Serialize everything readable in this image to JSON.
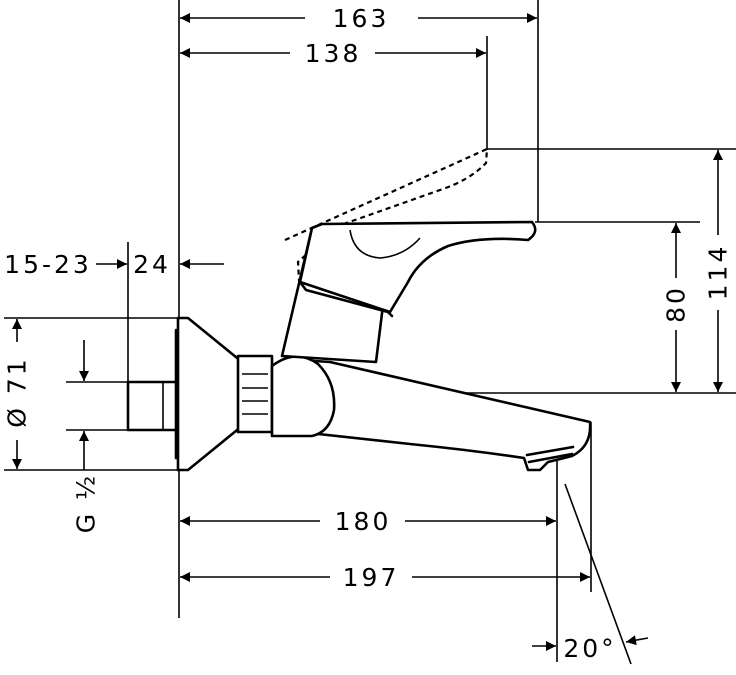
{
  "drawing": {
    "dimensions": {
      "width_163": "163",
      "width_138": "138",
      "range_15_23": "15-23",
      "depth_24": "24",
      "height_80": "80",
      "height_114": "114",
      "diameter_71": "Ø 71",
      "thread": "G ½",
      "length_180": "180",
      "length_197": "197",
      "angle": "20°"
    }
  }
}
